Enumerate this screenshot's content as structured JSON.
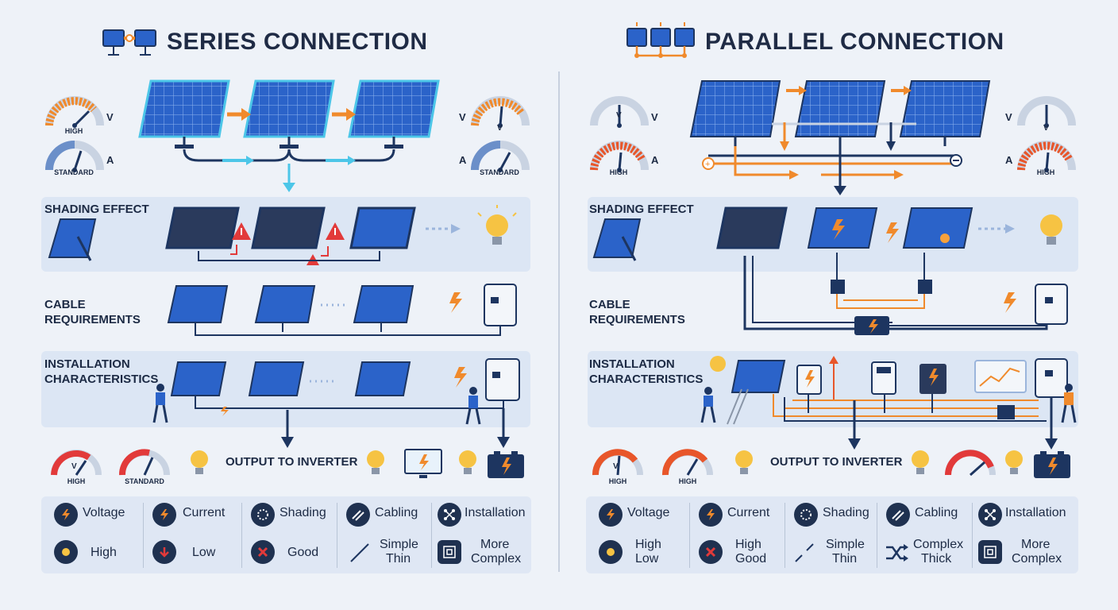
{
  "series": {
    "title": "SERIES CONNECTION",
    "gauges": {
      "voltage_tag": "HIGH",
      "current_tag": "STANDARD",
      "right_current_tag": "STANDARD",
      "v_letter": "V",
      "a_letter": "A"
    },
    "rows": {
      "shading": "SHADING EFFECT",
      "cable_line1": "CABLE",
      "cable_line2": "REQUIREMENTS",
      "install_line1": "INSTALLATION",
      "install_line2": "CHARACTERISTICS"
    },
    "output": {
      "label": "OUTPUT TO INVERTER",
      "gauge1_tag": "HIGH",
      "gauge2_tag": "STANDARD"
    },
    "legend": {
      "headers": [
        "Voltage",
        "Current",
        "Shading",
        "Cabling",
        "Installation"
      ],
      "values": [
        {
          "line1": "High",
          "line2": ""
        },
        {
          "line1": "Low",
          "line2": ""
        },
        {
          "line1": "Good",
          "line2": ""
        },
        {
          "line1": "Simple",
          "line2": "Thin"
        },
        {
          "line1": "More",
          "line2": "Complex"
        }
      ]
    }
  },
  "parallel": {
    "title": "PARALLEL CONNECTION",
    "gauges": {
      "voltage_tag": "",
      "current_tag": "HIGH",
      "right_current_tag": "HIGH",
      "v_letter": "V",
      "a_letter": "A"
    },
    "rows": {
      "shading": "SHADING EFFECT",
      "cable_line1": "CABLE",
      "cable_line2": "REQUIREMENTS",
      "install_line1": "INSTALLATION",
      "install_line2": "CHARACTERISTICS"
    },
    "output": {
      "label": "OUTPUT TO INVERTER",
      "gauge1_tag": "HIGH",
      "gauge2_tag": "HIGH"
    },
    "legend": {
      "headers": [
        "Voltage",
        "Current",
        "Shading",
        "Cabling",
        "Installation"
      ],
      "values": [
        {
          "line1": "High",
          "line2": "Low"
        },
        {
          "line1": "High",
          "line2": "Good"
        },
        {
          "line1": "Simple",
          "line2": "Thin"
        },
        {
          "line1": "Complex",
          "line2": "Thick"
        },
        {
          "line1": "More",
          "line2": "Complex"
        }
      ]
    }
  },
  "colors": {
    "panel_blue": "#2b63c9",
    "panel_frame": "#1d3560",
    "accent_orange": "#f08a2c",
    "accent_cyan": "#4cc6e8",
    "warning_red": "#e23a3a",
    "legend_icon_bg": "#1f3150"
  }
}
